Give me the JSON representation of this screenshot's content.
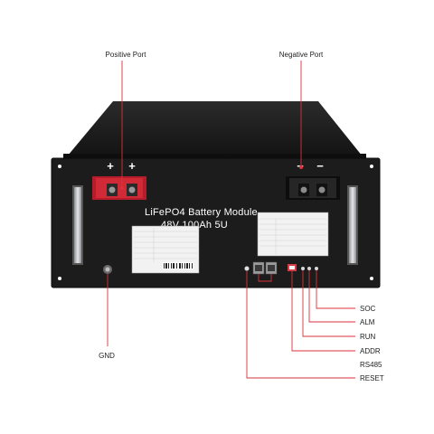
{
  "labels": {
    "positive_port": "Positive Port",
    "negative_port": "Negative Port",
    "gnd": "GND",
    "soc": "SOC",
    "alm": "ALM",
    "run": "RUN",
    "addr": "ADDR",
    "rs485": "RS485",
    "reset": "RESET"
  },
  "module": {
    "title_line1": "LiFePO4 Battery Module",
    "title_line2": "48V  100Ah  5U"
  },
  "terminals": {
    "positive_symbols": [
      "+",
      "+"
    ],
    "negative_symbols": [
      "−",
      "−"
    ]
  },
  "colors": {
    "callout_line": "#d9323a",
    "chassis": "#141414",
    "front_panel": "#1c1c1c",
    "positive_terminal": "#c8202e",
    "handle": "#c7c9cc"
  }
}
